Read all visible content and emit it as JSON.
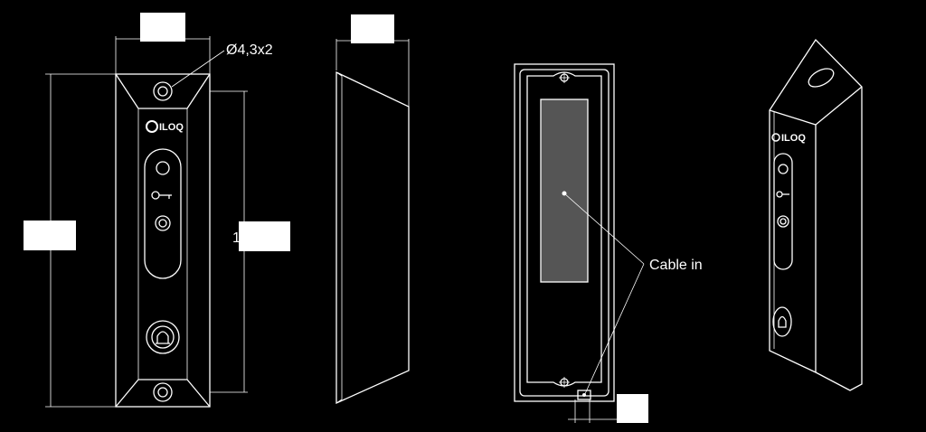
{
  "annotations": {
    "hole_spec": "Ø4,3x2",
    "cable_in": "Cable in",
    "partial_digit": "1"
  },
  "brand": {
    "logo_text": "ILOQ"
  },
  "colors": {
    "background": "#000000",
    "line": "#ffffff",
    "window_fill": "#555555"
  }
}
